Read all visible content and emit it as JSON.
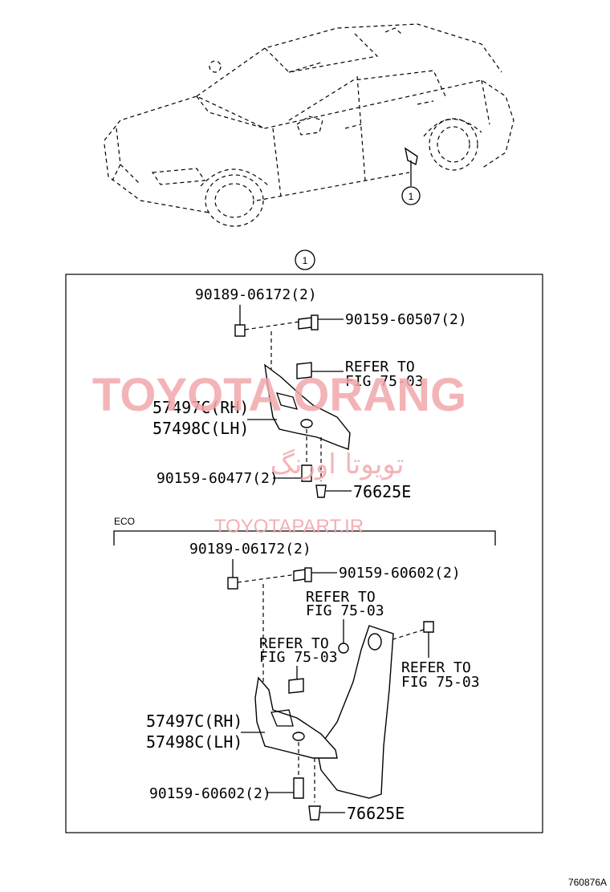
{
  "callout_marker": "1",
  "labels": {
    "upper": {
      "nut_top": "90189-06172(2)",
      "bolt_top": "90159-60507(2)",
      "refer_1": "REFER TO",
      "refer_1b": "FIG 75-03",
      "mudguard_rh": "57497C(RH)",
      "mudguard_lh": "57498C(LH)",
      "bolt_bottom": "90159-60477(2)",
      "clip": "76625E"
    },
    "eco_section": "ECO",
    "lower": {
      "nut_top": "90189-06172(2)",
      "bolt_top": "90159-60602(2)",
      "refer_a": "REFER TO",
      "refer_a2": "FIG 75-03",
      "refer_b": "REFER TO",
      "refer_b2": "FIG 75-03",
      "refer_c": "REFER TO",
      "refer_c2": "FIG 75-03",
      "mudguard_rh": "57497C(RH)",
      "mudguard_lh": "57498C(LH)",
      "bolt_bottom": "90159-60602(2)",
      "clip": "76625E"
    }
  },
  "watermarks": {
    "brand": "TOYOTA ORANG",
    "brand_fa": "تویوتا اورنگ",
    "site": "TOYOTAPART.IR"
  },
  "figure_code": "760876A"
}
